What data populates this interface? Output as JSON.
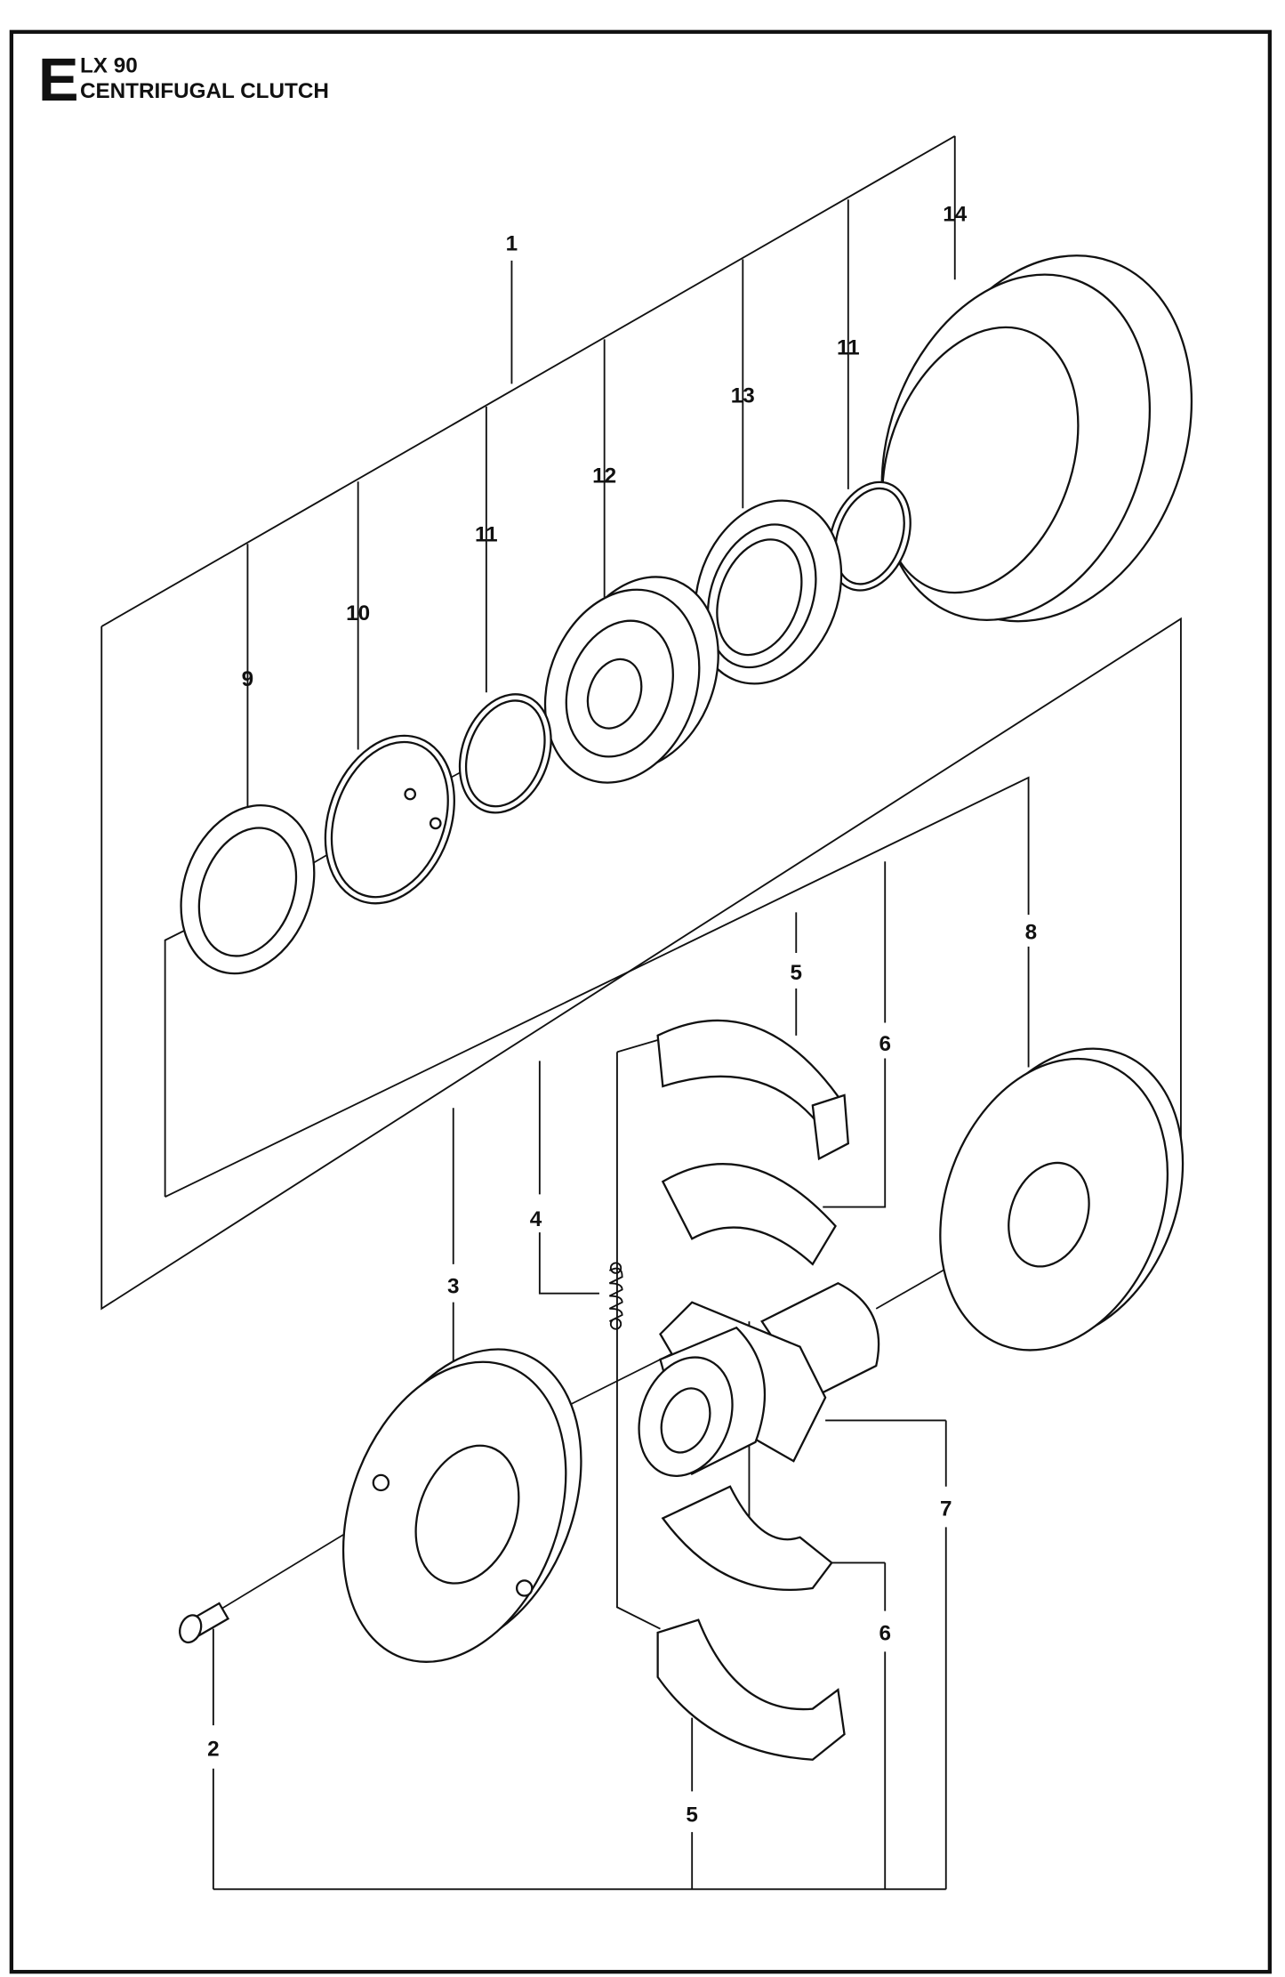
{
  "header": {
    "section_letter": "E",
    "model": "LX 90",
    "title": "CENTRIFUGAL CLUTCH"
  },
  "callouts": [
    "1",
    "14",
    "11",
    "13",
    "12",
    "11",
    "10",
    "9",
    "8",
    "5",
    "6",
    "4",
    "3",
    "7",
    "6",
    "2",
    "5"
  ]
}
